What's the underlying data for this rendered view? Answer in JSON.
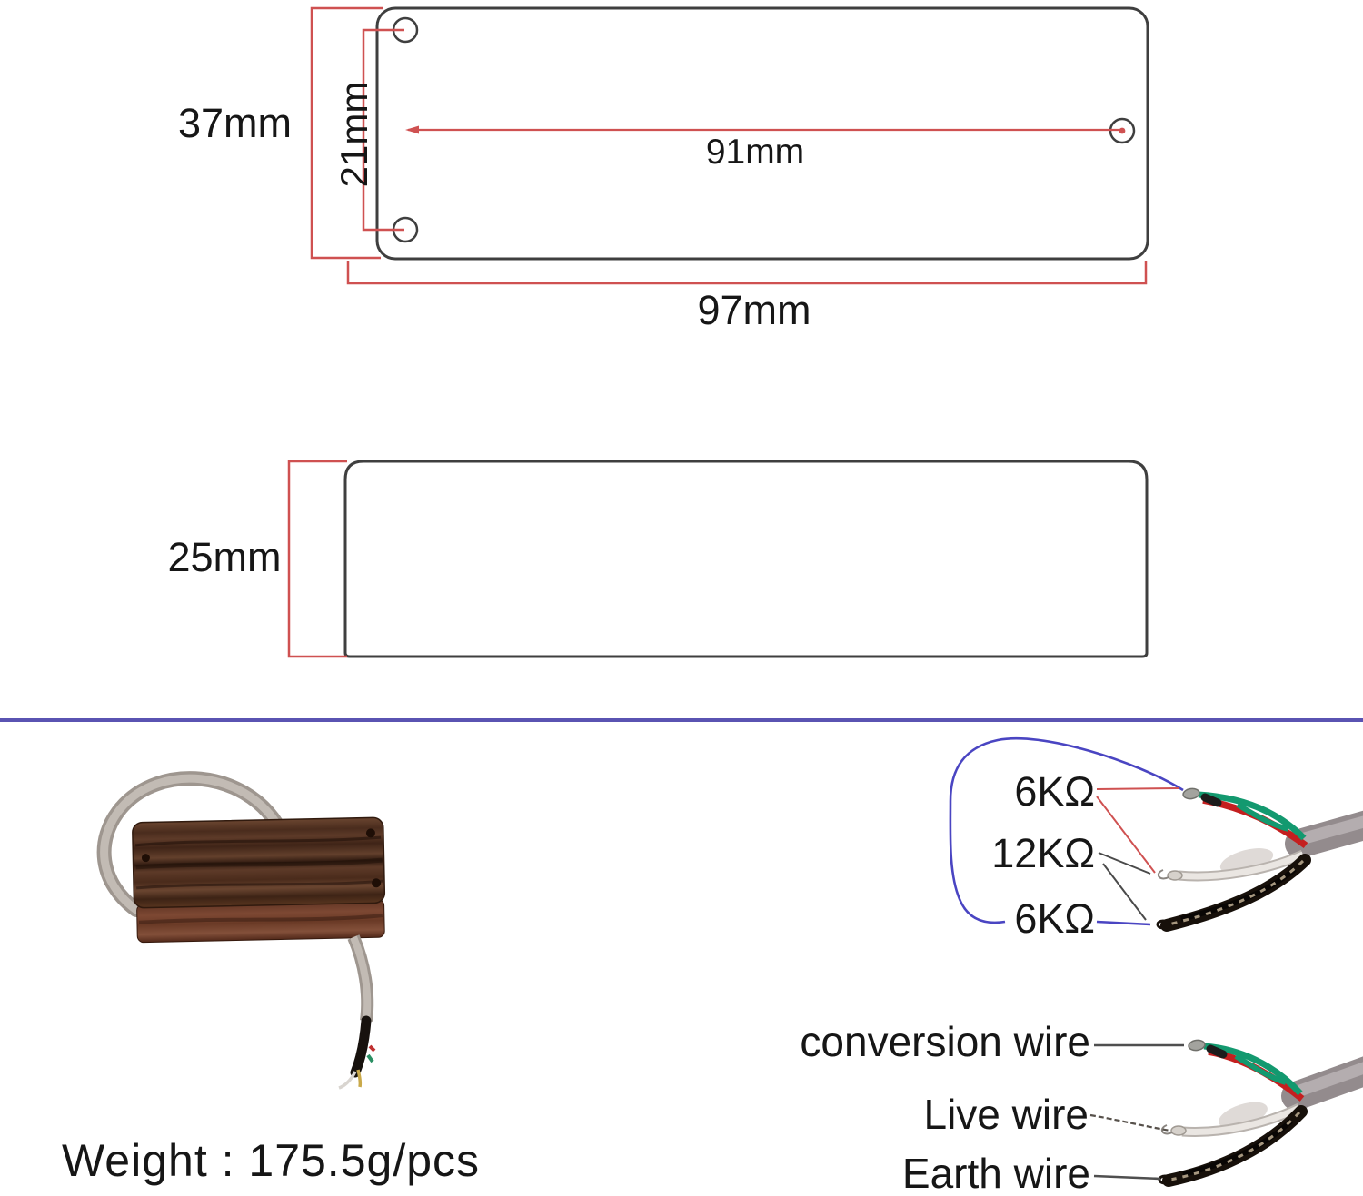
{
  "colors": {
    "dimension_line_red": "#cf5151",
    "drawing_outline": "#3f3f3f",
    "section_divider_purple": "#5a53b2",
    "probe_loop_blue": "#4a45c2",
    "text": "#161616",
    "wood_top_brown": "#5b3726",
    "wood_front_red_brown": "#7c4530",
    "cable_gray": "#a9a19b",
    "wire_green": "#13996f",
    "wire_red": "#c41f1f",
    "wire_white": "#eae6e2",
    "shield_black": "#17100a"
  },
  "top_view": {
    "height_label": "37mm",
    "hole_spacing_label": "21mm",
    "screw_span_label": "91mm",
    "length_label": "97mm"
  },
  "side_view": {
    "depth_label": "25mm"
  },
  "product_photo": {
    "weight_label": "Weight : 175.5g/pcs"
  },
  "wiring_diagram": {
    "resistance_labels": [
      "6KΩ",
      "12KΩ",
      "6KΩ"
    ],
    "wire_labels": [
      "conversion wire",
      "Live wire",
      "Earth wire"
    ]
  }
}
